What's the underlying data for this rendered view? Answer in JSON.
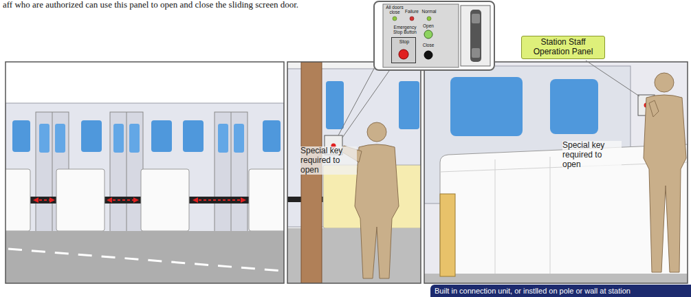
{
  "diagram": {
    "nodes": [
      {
        "text": [
          "All doors close",
          "Failure",
          "Normal",
          "Open",
          "Close"
        ]
      },
      {
        "text": [
          "Emergency Stop Button",
          "Stop"
        ],
        "in": 0
      },
      {
        "text": [
          "Station Staff Operation Panel"
        ]
      },
      {
        "text": [
          "Built in connection unit, or instlled on pole or wall at station"
        ]
      }
    ],
    "labels": [
      "aff who are authorized can use this panel to open and close the sliding screen door.",
      "Special key required to open",
      "Special key required to open"
    ]
  }
}
